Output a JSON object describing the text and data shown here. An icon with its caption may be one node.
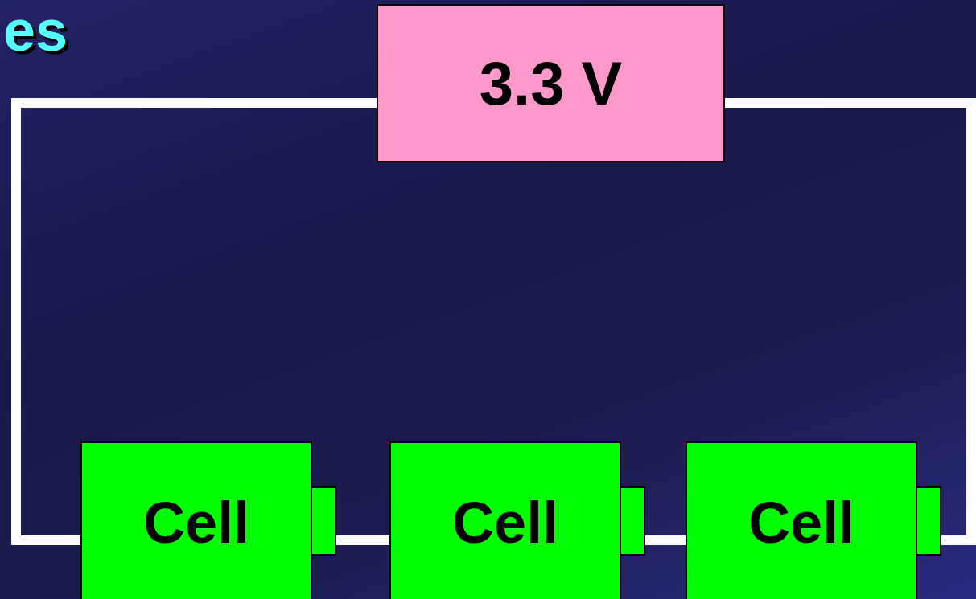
{
  "diagram": {
    "nodes": [
      {
        "text": [
          "3.3 V"
        ]
      },
      {
        "text": [
          "Cell"
        ]
      },
      {
        "text": [
          "Cell"
        ]
      },
      {
        "text": [
          "Cell"
        ]
      }
    ],
    "edges": [
      {
        "from": 0,
        "to": 1,
        "arrow": "none"
      },
      {
        "from": 1,
        "to": 2,
        "arrow": "none"
      },
      {
        "from": 2,
        "to": 3,
        "arrow": "none"
      },
      {
        "from": 3,
        "to": 0,
        "arrow": "none"
      }
    ],
    "labels": [
      "es"
    ]
  }
}
